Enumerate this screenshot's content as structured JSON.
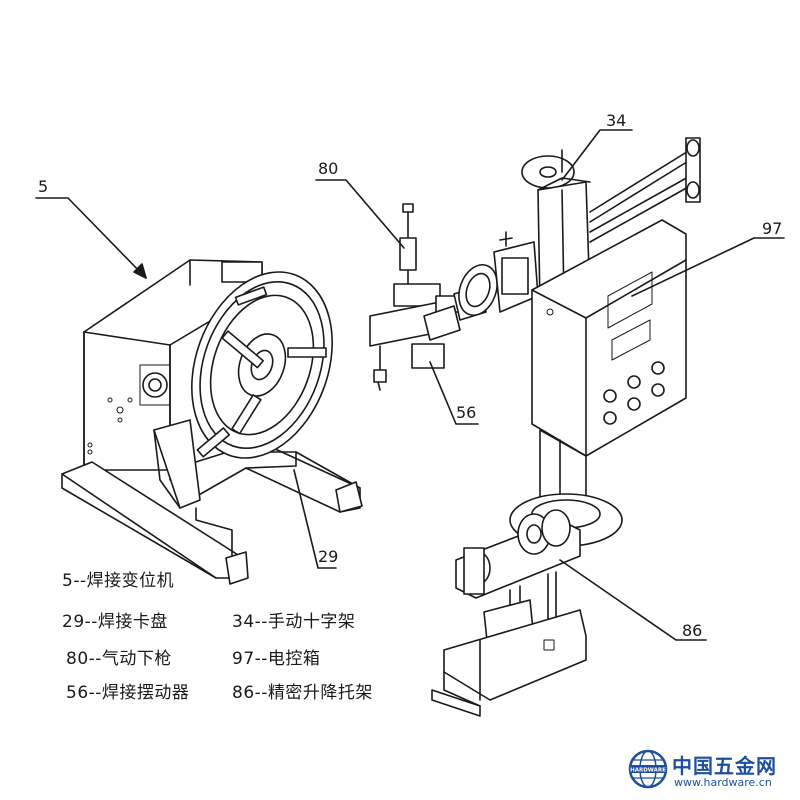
{
  "callouts": [
    {
      "num": "5"
    },
    {
      "num": "80"
    },
    {
      "num": "34"
    },
    {
      "num": "97"
    },
    {
      "num": "56"
    },
    {
      "num": "29"
    },
    {
      "num": "86"
    }
  ],
  "legend": {
    "item_5": "5--焊接变位机",
    "item_29": "29--焊接卡盘",
    "item_80": "80--气动下枪",
    "item_56": "56--焊接摆动器",
    "item_34": "34--手动十字架",
    "item_97": "97--电控箱",
    "item_86": "86--精密升降托架"
  },
  "logo": {
    "main": "中国五金网",
    "sub": "www.hardware.cn",
    "ring_text": "HARDWARE",
    "color": "#1d4f9c"
  }
}
